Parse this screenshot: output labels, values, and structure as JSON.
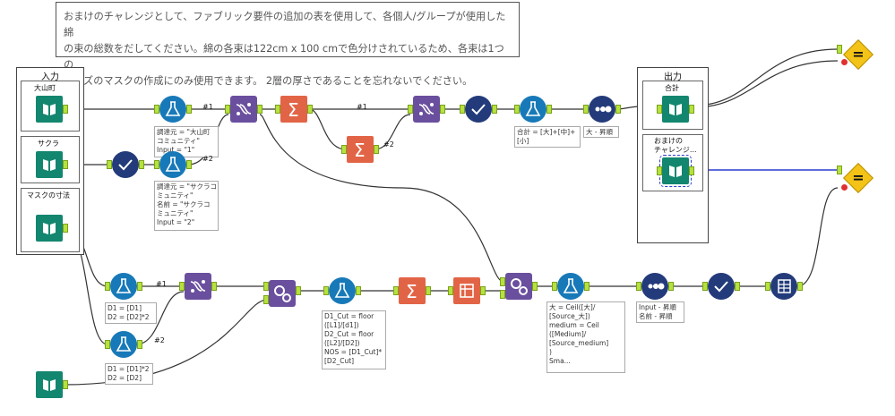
{
  "comment": {
    "lines": [
      "おまけのチャレンジとして、ファブリック要件の追加の表を使用して、各個人/グループが使用した綿",
      "の束の総数をだしてください。綿の各束は122cm x 100 cmで色分けされているため、各束は1つの",
      "サイズのマスクの作成にのみ使用できます。 2層の厚さであることを忘れないでください。"
    ]
  },
  "containers": {
    "input": {
      "title": "入力",
      "items": [
        "大山町",
        "サクラ",
        "マスクの寸法"
      ]
    },
    "output": {
      "title": "出力",
      "items": [
        "合計",
        "おまけの\nチャレンジ..."
      ]
    }
  },
  "connection_labels": {
    "a1": "#1",
    "a2": "#2",
    "b1": "#1",
    "b2": "#2",
    "c1": "#1",
    "c2": "#2"
  },
  "annotations": {
    "formula_oyama": "調達元 = \"大山町\nコミュニティ\"\nInput = \"1\"",
    "formula_sakura": "調達元 = \"サクラコ\nミュニティ\"\n名前 = \"サクラコ\nミュニティ\"\nInput = \"2\"",
    "formula_total": "合計 = [大]+[中]+\n[小]",
    "sort_top": "大 - 昇順",
    "formula_d1": "D1 = [D1]\nD2 = [D2]*2",
    "formula_d2": "D1 = [D1]*2\nD2 = [D2]",
    "formula_cut": "D1_Cut = floor\n([L1]/[d1])\nD2_Cut = floor\n([L2]/[D2])\nNOS = [D1_Cut]*\n[D2_Cut]",
    "formula_ceil": "大 = Ceil([大]/\n[Source_大])\nmedium = Ceil\n([Medium]/\n[Source_medium]\n)\nSma...",
    "sort_bottom": "Input - 昇順\n名前 - 昇順"
  },
  "browse_equal": "="
}
